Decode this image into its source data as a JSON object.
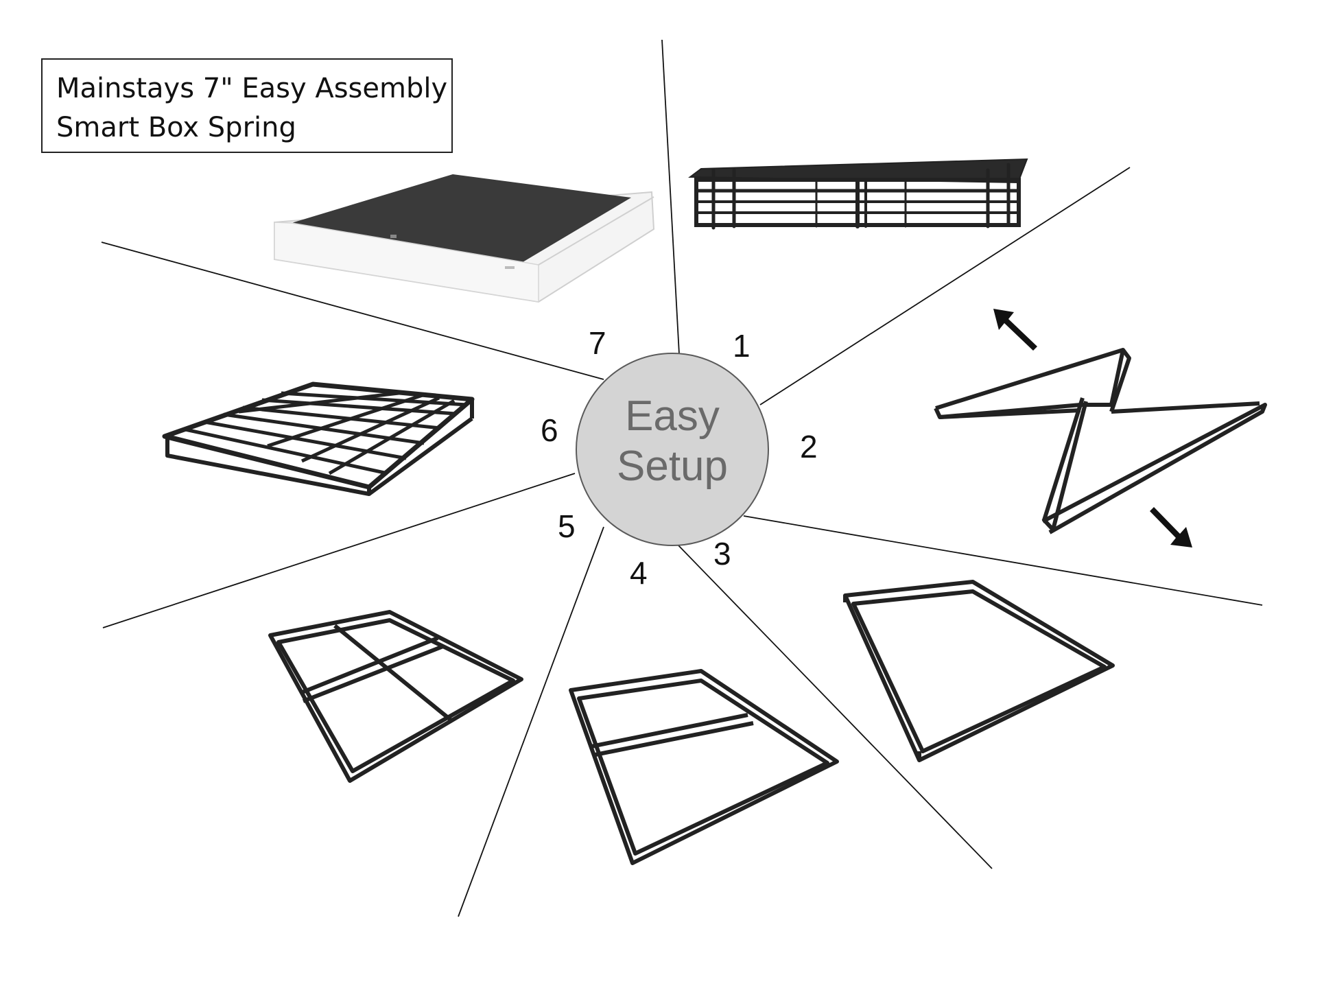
{
  "title": {
    "line1": "Mainstays 7\" Easy Assembly",
    "line2": "Smart Box Spring"
  },
  "center": {
    "line1": "Easy",
    "line2": "Setup"
  },
  "steps": [
    "1",
    "2",
    "3",
    "4",
    "5",
    "6",
    "7"
  ],
  "colors": {
    "frame": "#222222",
    "circle_fill": "#d4d4d4",
    "circle_stroke": "#5a5a5a",
    "fabric": "#3a3a3a",
    "box_white": "#f4f4f4"
  }
}
